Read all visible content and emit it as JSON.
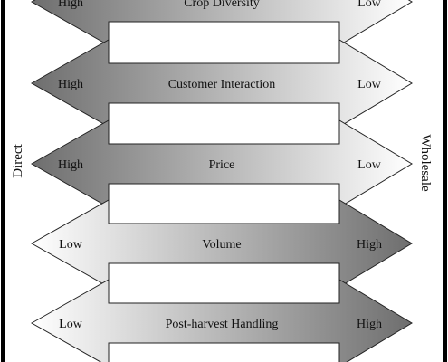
{
  "side_labels": {
    "left": "Direct",
    "right": "Wholesale"
  },
  "arrows": [
    {
      "label": "Crop Diversity",
      "left_end": "High",
      "right_end": "Low",
      "dark_side": "left"
    },
    {
      "label": "Customer Interaction",
      "left_end": "High",
      "right_end": "Low",
      "dark_side": "left"
    },
    {
      "label": "Price",
      "left_end": "High",
      "right_end": "Low",
      "dark_side": "left"
    },
    {
      "label": "Volume",
      "left_end": "Low",
      "right_end": "High",
      "dark_side": "right"
    },
    {
      "label": "Post-harvest Handling",
      "left_end": "Low",
      "right_end": "High",
      "dark_side": "right"
    }
  ],
  "colors": {
    "dark": "#6e6e6e",
    "light": "#ffffff",
    "stroke": "#222222",
    "frame": "#000000"
  }
}
